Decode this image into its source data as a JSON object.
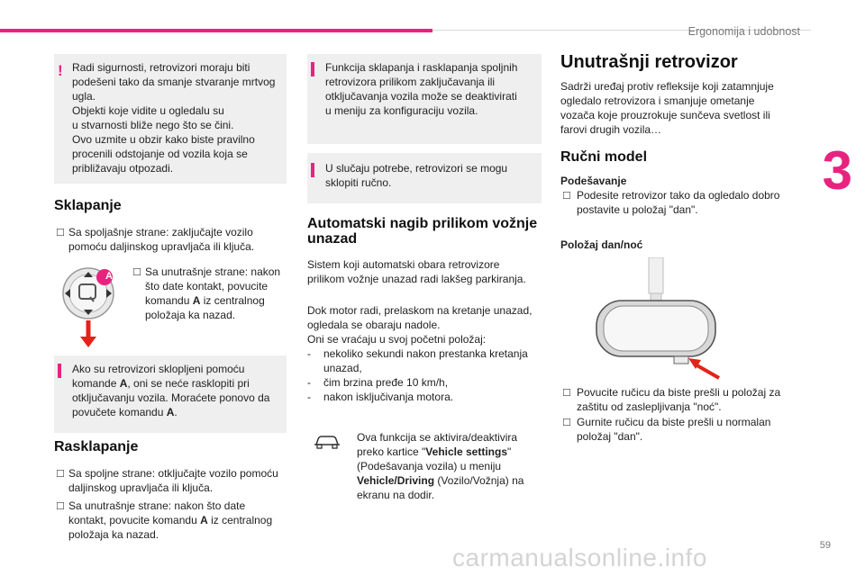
{
  "header": {
    "section_title": "Ergonomija i udobnost",
    "chapter_number": "3",
    "page_number": "59"
  },
  "left_column": {
    "warning_box": {
      "lines": [
        "Radi sigurnosti, retrovizori moraju biti",
        "podešeni tako da smanje stvaranje mrtvog",
        "ugla.",
        "Objekti koje vidite u ogledalu su",
        "u stvarnosti bliže nego što se čini.",
        "Ovo uzmite u obzir kako biste pravilno",
        "procenili odstojanje od vozila koja se",
        "približavaju otpozadi."
      ]
    },
    "folding": {
      "heading": "Sklapanje",
      "item1_line1": "Sa spoljašnje strane: zaključajte vozilo",
      "item1_line2": "pomoću daljinskog upravljača ili ključa.",
      "item2_line1": "Sa unutrašnje strane: nakon",
      "item2_line2": "što date kontakt, povucite",
      "item2_line3_pre": "komandu ",
      "item2_line3_bold": "A",
      "item2_line3_post": " iz centralnog",
      "item2_line4": "položaja ka nazad.",
      "control_label": "A"
    },
    "info_box": {
      "line1": "Ako su retrovizori sklopljeni pomoću",
      "line2_pre": "komande ",
      "line2_bold": "A",
      "line2_post": ", oni se neće rasklopiti pri",
      "line3": "otključavanju vozila. Moraćete ponovo da",
      "line4_pre": "povučete komandu ",
      "line4_bold": "A",
      "line4_post": "."
    },
    "unfolding": {
      "heading": "Rasklapanje",
      "item1_line1": "Sa spoljne strane: otključajte vozilo pomoću",
      "item1_line2": "daljinskog upravljača ili ključa.",
      "item2_line1": "Sa unutrašnje strane: nakon što date",
      "item2_line2_pre": "kontakt, povucite komandu ",
      "item2_line2_bold": "A",
      "item2_line2_post": " iz centralnog",
      "item2_line3": "položaja ka nazad."
    }
  },
  "middle_column": {
    "info_box1": {
      "lines": [
        "Funkcija sklapanja i rasklapanja spoljnih",
        "retrovizora prilikom zaključavanja ili",
        "otključavanja vozila može se deaktivirati",
        "u meniju za konfiguraciju vozila."
      ]
    },
    "info_box2": {
      "lines": [
        "U slučaju potrebe, retrovizori se mogu",
        "sklopiti ručno."
      ]
    },
    "auto_tilt": {
      "heading_line1": "Automatski nagib prilikom vožnje",
      "heading_line2": "unazad",
      "para1_line1": "Sistem koji automatski obara retrovizore",
      "para1_line2": "prilikom vožnje unazad radi lakšeg parkiranja.",
      "para2_lines": [
        "Dok motor radi, prelaskom na kretanje unazad,",
        "ogledala se obaraju nadole.",
        "Oni se vraćaju u svoj početni položaj:"
      ],
      "list": [
        {
          "dash": "-",
          "line1": "nekoliko sekundi nakon prestanka kretanja",
          "line2": "unazad,"
        },
        {
          "dash": "-",
          "line1": "čim brzina pređe 10 km/h,",
          "line2": ""
        },
        {
          "dash": "-",
          "line1": "nakon isključivanja motora.",
          "line2": ""
        }
      ],
      "settings_note": {
        "line1": "Ova funkcija se aktivira/deaktivira",
        "line2_pre": "preko kartice \"",
        "line2_bold": "Vehicle settings",
        "line2_post": "\"",
        "line3": "(Podešavanja vozila) u meniju",
        "line4_bold": "Vehicle/Driving",
        "line4_post": " (Vozilo/Vožnja) na",
        "line5": "ekranu na dodir."
      }
    }
  },
  "right_column": {
    "title": "Unutrašnji retrovizor",
    "intro_lines": [
      "Sadrži uređaj protiv refleksije koji zatamnjuje",
      "ogledalo retrovizora i smanjuje ometanje",
      "vozača koje prouzrokuje sunčeva svetlost ili",
      "farovi drugih vozila…"
    ],
    "manual_heading": "Ručni model",
    "adjust_heading": "Podešavanje",
    "adjust_line1": "Podesite retrovizor tako da ogledalo dobro",
    "adjust_line2": "postavite u položaj \"dan\".",
    "daynight_heading": "Položaj dan/noć",
    "item1_line1": "Povucite ručicu da biste prešli u položaj za",
    "item1_line2": "zaštitu od zaslepljivanja \"noć\".",
    "item2_line1": "Gurnite ručicu da biste prešli u normalan",
    "item2_line2": "položaj \"dan\"."
  },
  "watermark": "carmanualsonline.info",
  "colors": {
    "accent": "#e8237f",
    "box_bg": "#efefef",
    "arrow_red": "#e2231a"
  }
}
